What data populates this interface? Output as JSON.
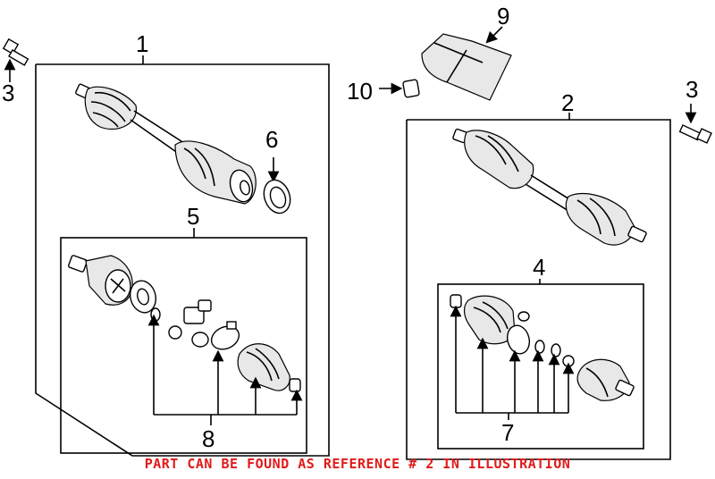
{
  "callouts": {
    "c1": "1",
    "c2": "2",
    "c3_left": "3",
    "c3_right": "3",
    "c4": "4",
    "c5": "5",
    "c6": "6",
    "c7": "7",
    "c8": "8",
    "c9": "9",
    "c10": "10"
  },
  "notice": "PART CAN BE FOUND AS REFERENCE # 2 IN ILLUSTRATION",
  "colors": {
    "notice": "#e01b1b",
    "line": "#000000"
  }
}
